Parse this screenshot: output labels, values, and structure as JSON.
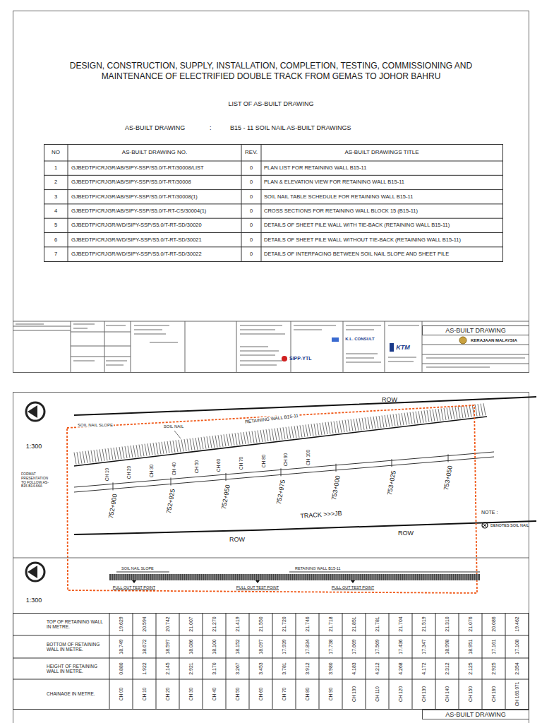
{
  "diagram": {
    "title": "DESIGN, CONSTRUCTION, SUPPLY, INSTALLATION, COMPLETION, TESTING, COMMISSIONING AND MAINTENANCE OF ELECTRIFIED DOUBLE TRACK FROM GEMAS TO JOHOR BAHRU",
    "nodes": [
      {
        "text": [
          "AS-BUILT DRAWING"
        ]
      },
      {
        "text": [
          "AS-BUILT DRAWING"
        ]
      }
    ],
    "labels": [
      "LIST OF AS-BUILT DRAWING",
      "AS-BUILT DRAWING",
      ":",
      "B15 - 11 SOIL NAIL AS-BUILT DRAWINGS",
      "NO",
      "AS-BUILT DRAWING NO.",
      "REV.",
      "AS-BUILT DRAWINGS TITLE",
      "1",
      "GJBEDTP/CRJGR/AB/SIPY-SSP/S5.0/T-RT/30008/LIST",
      "0",
      "PLAN LIST FOR RETAINING WALL B15-11",
      "2",
      "GJBEDTP/CRJGR/AB/SIPY-SSP/S5.0/T-RT/30008",
      "0",
      "PLAN & ELEVATION VIEW FOR RETAINING WALL B15-11",
      "3",
      "GJBEDTP/CRJGR/AB/SIPY-SSP/S5.0/T-RT/30008(1)",
      "0",
      "SOIL NAIL TABLE SCHEDULE FOR RETAINING WALL B15-11",
      "4",
      "GJBEDTP/CRJGR/AB/SIPY-SSP/S5.0/T-RT-CS/30004(1)",
      "0",
      "CROSS SECTIONS FOR RETAINING WALL BLOCK 15 (B15-11)",
      "5",
      "GJBEDTP/CRJGR/WD/SIPY-SSP/S5.0/T-RT-SD/30020",
      "0",
      "DETAILS OF SHEET PILE WALL WITH TIE-BACK (RETAINING WALL B15-11)",
      "6",
      "GJBEDTP/CRJGR/WD/SIPY-SSP/S5.0/T-RT-SD/30021",
      "0",
      "DETAILS OF SHEET PILE WALL WITHOUT TIE-BACK (RETAINING WALL B15-11)",
      "7",
      "GJBEDTP/CRJGR/WD/SIPY-SSP/S5.0/T-RT-SD/30022",
      "0",
      "DETAILS OF INTERFACING BETWEEN SOIL NAIL SLOPE AND SHEET PILE",
      "KERAJAAN MALAYSIA",
      "K.L. CONSULT",
      "SIPP-YTL",
      "KTM",
      "1:300",
      "FORMAT PRESENTATION TO FOLLOW AS-B15 B14-66A",
      "ROW",
      "SOIL NAIL SLOPE",
      "SOIL NAIL",
      "RETAINING WALL B15-11",
      "752+900",
      "752+925",
      "752+950",
      "752+975",
      "753+000",
      "753+025",
      "753+050",
      "TRACK >>>JB",
      "ROW",
      "ROW",
      "NOTE :",
      "1:300",
      "SOIL NAIL SLOPE",
      "RETAINING WALL B15-11",
      "PULL OUT TEST POINT",
      "PULL OUT TEST POINT",
      "PULL OUT TEST POINT",
      "TOP OF RETAINING WALL IN METRE.",
      "BOTTOM OF RETAINING WALL IN METRE.",
      "HEIGHT OF RETAINING WALL IN METRE.",
      "CHAINAGE IN METRE.",
      "19.629",
      "20.594",
      "20.742",
      "21.007",
      "21.270",
      "21.419",
      "21.550",
      "21.720",
      "21.746",
      "21.718",
      "21.851",
      "21.781",
      "21.704",
      "21.519",
      "21.310",
      "21.076",
      "20.086",
      "19.462",
      "18.749",
      "18.672",
      "18.597",
      "18.086",
      "18.100",
      "18.152",
      "18.097",
      "17.939",
      "17.834",
      "17.738",
      "17.669",
      "17.569",
      "17.436",
      "17.347",
      "18.998",
      "18.951",
      "17.161",
      "17.108",
      "0.880",
      "1.922",
      "2.145",
      "2.921",
      "3.170",
      "3.267",
      "3.453",
      "3.781",
      "3.912",
      "3.980",
      "4.183",
      "4.212",
      "4.268",
      "4.172",
      "2.312",
      "2.125",
      "2.925",
      "2.354",
      "CH 00",
      "CH 10",
      "CH 20",
      "CH 30",
      "CH 40",
      "CH 50",
      "CH 60",
      "CH 70",
      "CH 80",
      "CH 90",
      "CH 100",
      "CH 110",
      "CH 120",
      "CH 130",
      "CH 140",
      "CH 150",
      "CH 160",
      "CH 165.071",
      "CH 10",
      "CH 20",
      "CH 30",
      "CH 40",
      "CH 50",
      "CH 60",
      "CH 70",
      "CH 80",
      "CH 90",
      "CH 100"
    ],
    "legend": [
      {
        "text": "DENOTES SOIL NAIL"
      }
    ]
  }
}
